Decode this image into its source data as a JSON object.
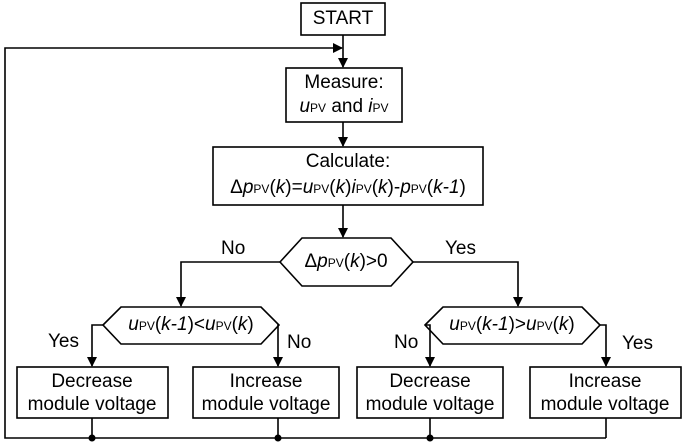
{
  "flowchart": {
    "start": "START",
    "measure": {
      "line1": "Measure:",
      "u": "u",
      "pv": "PV",
      "and": " and ",
      "i": "i"
    },
    "calculate": {
      "line1": "Calculate:",
      "formula": "Δp_PV(k)=u_PV(k)i_PV(k)-p_PV(k-1)"
    },
    "decision_main": "Δp_PV(k)>0",
    "branch_no": "No",
    "branch_yes": "Yes",
    "decision_left": "u_PV(k-1)<u_PV(k)",
    "decision_right": "u_PV(k-1)>u_PV(k)",
    "left_yes": "Yes",
    "left_no": "No",
    "right_no": "No",
    "right_yes": "Yes",
    "boxes": [
      {
        "line1": "Decrease",
        "line2": "module voltage"
      },
      {
        "line1": "Increase",
        "line2": "module voltage"
      },
      {
        "line1": "Decrease",
        "line2": "module voltage"
      },
      {
        "line1": "Increase",
        "line2": "module voltage"
      }
    ]
  }
}
